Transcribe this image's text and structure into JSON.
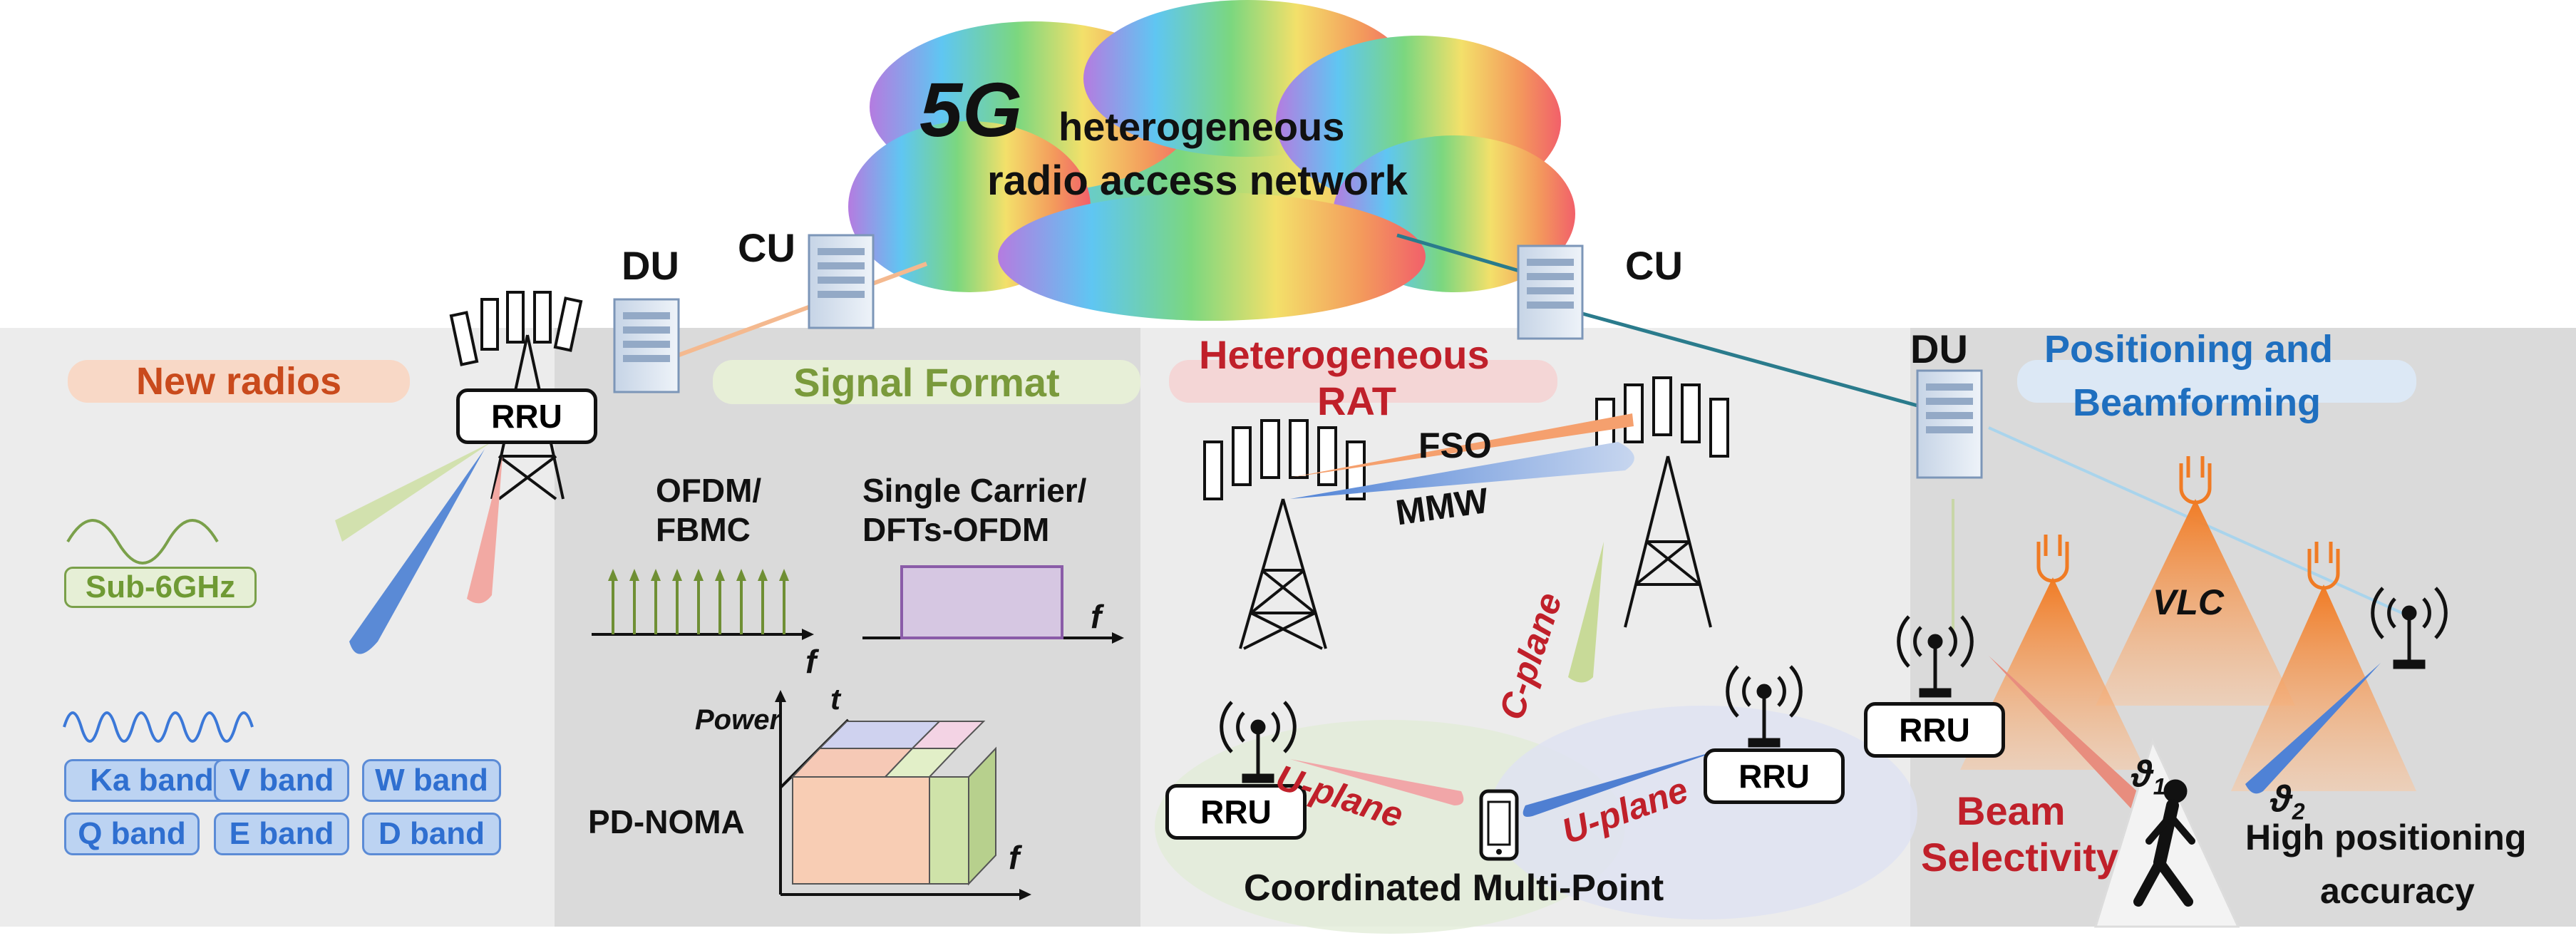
{
  "cloud": {
    "title_5g": "5G",
    "line1": "heterogeneous",
    "line2": "radio access network"
  },
  "nodes": {
    "du_left": "DU",
    "cu_left": "CU",
    "cu_right": "CU",
    "du_right": "DU",
    "rru": "RRU"
  },
  "sections": {
    "new_radios": {
      "title": "New radios",
      "sub6": "Sub-6GHz",
      "bands": [
        "Ka band",
        "V band",
        "W band",
        "Q band",
        "E band",
        "D band"
      ]
    },
    "signal_format": {
      "title": "Signal Format",
      "ofdm": [
        "OFDM/",
        "FBMC"
      ],
      "single_carrier": [
        "Single Carrier/",
        "DFTs-OFDM"
      ],
      "f": "f",
      "t": "t",
      "power": "Power",
      "pd_noma": "PD-NOMA"
    },
    "heterogeneous_rat": {
      "title": [
        "Heterogeneous",
        "RAT"
      ],
      "fso": "FSO",
      "mmw": "MMW",
      "c_plane": "C-plane",
      "u_plane": "U-plane",
      "comp": "Coordinated Multi-Point"
    },
    "positioning": {
      "title": [
        "Positioning and",
        "Beamforming"
      ],
      "vlc": "VLC",
      "theta1": "ϑ",
      "theta1_sub": "1",
      "theta2": "ϑ",
      "theta2_sub": "2",
      "beam": [
        "Beam",
        "Selectivity"
      ],
      "high_pos": [
        "High positioning",
        "accuracy"
      ]
    }
  },
  "colors": {
    "panel1": "#ececec",
    "panel2": "#d9d9d9",
    "panel3": "#ececec",
    "panel4": "#d9d9d9",
    "new_radios": "#c94a1c",
    "signal_format": "#7a9a3c",
    "rat": "#c0202a",
    "positioning": "#1f6fbf"
  }
}
